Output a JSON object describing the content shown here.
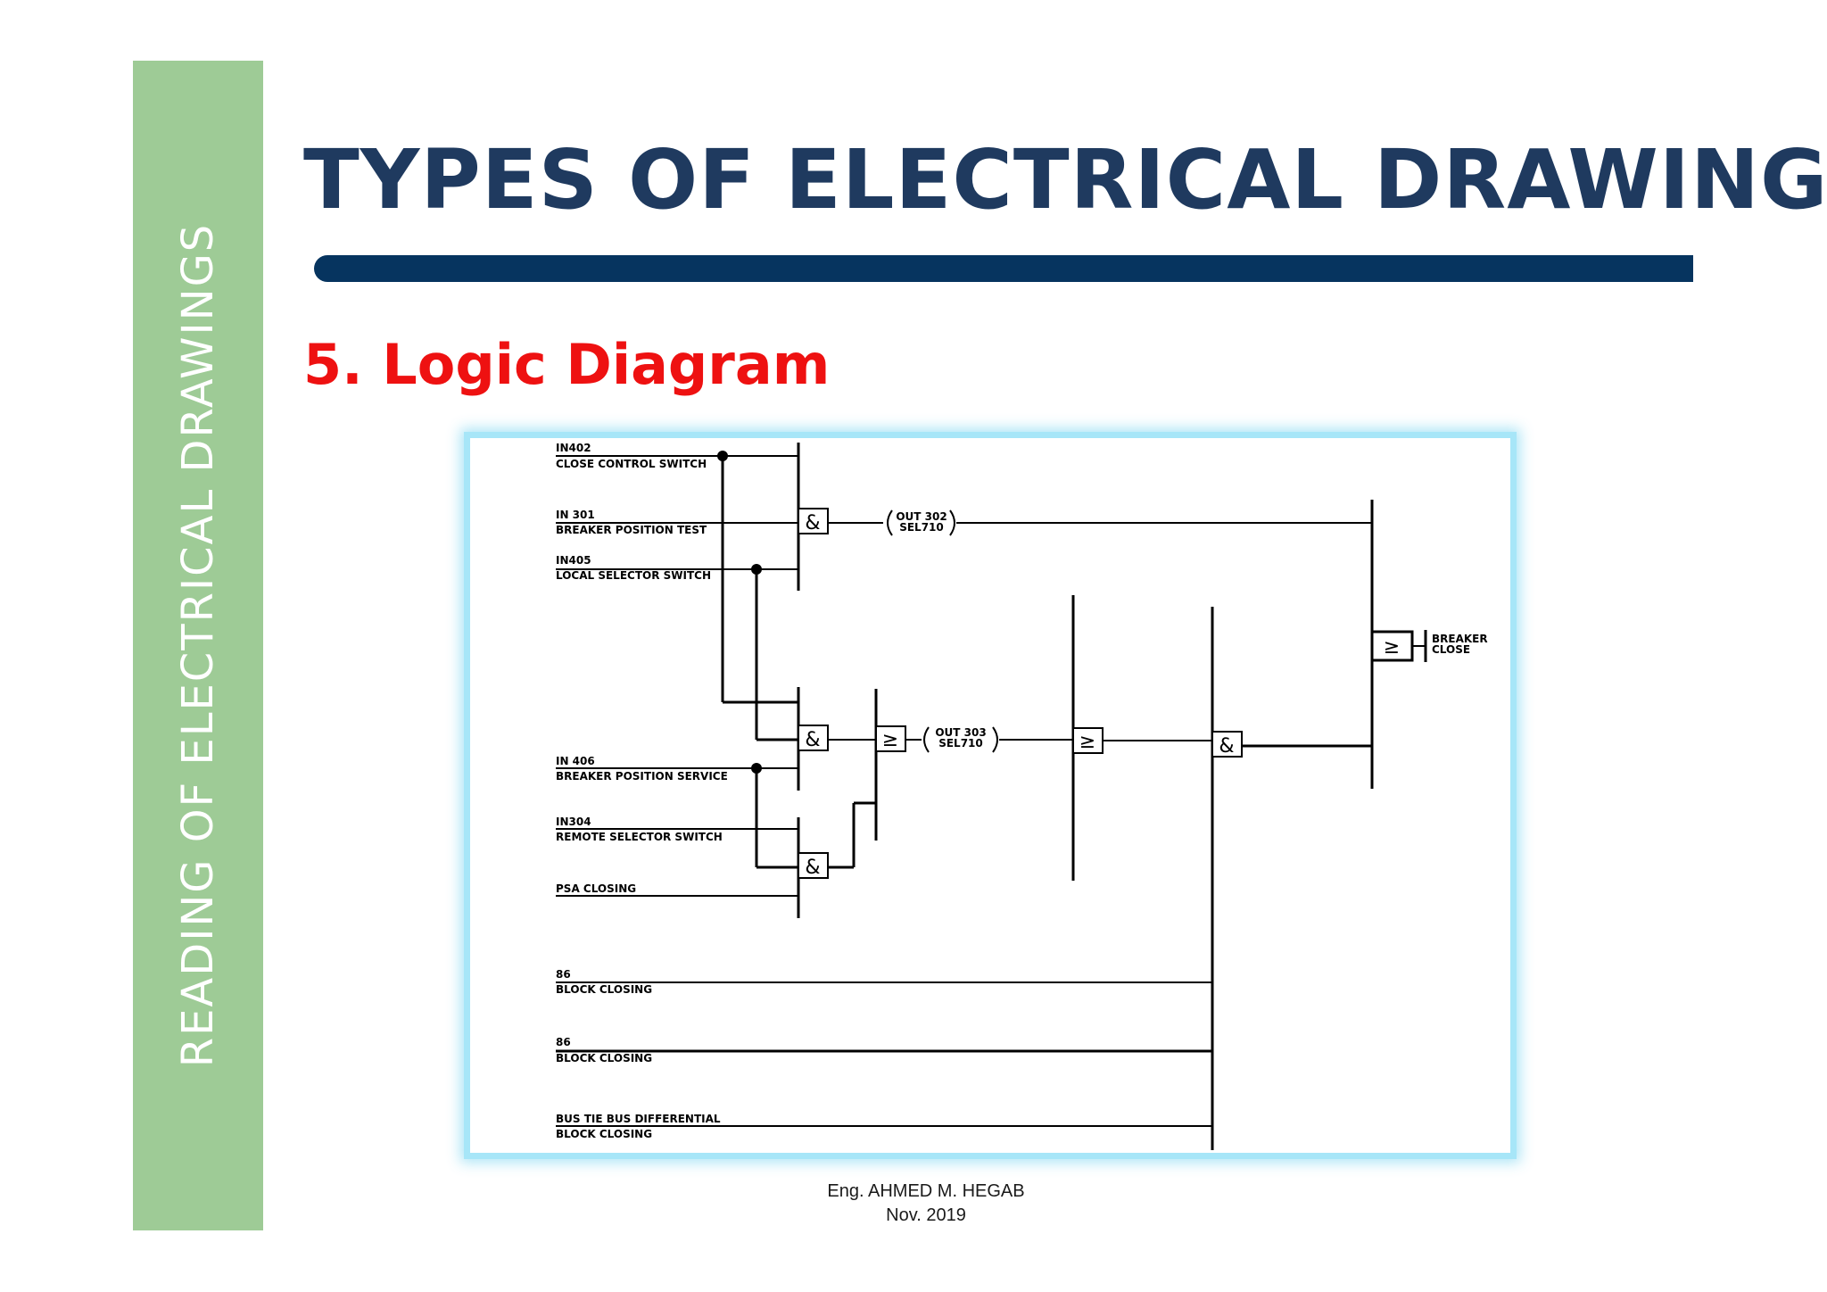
{
  "sidebar": {
    "label": "READING OF ELECTRICAL DRAWINGS"
  },
  "slide": {
    "title": "TYPES OF ELECTRICAL DRAWING",
    "subtitle": "5. Logic Diagram"
  },
  "diagram": {
    "inputs": [
      {
        "code": "IN402",
        "desc": "CLOSE CONTROL SWITCH"
      },
      {
        "code": "IN 301",
        "desc": "BREAKER POSITION TEST"
      },
      {
        "code": "IN405",
        "desc": "LOCAL SELECTOR SWITCH"
      },
      {
        "code": "IN 406",
        "desc": "BREAKER POSITION SERVICE"
      },
      {
        "code": "IN304",
        "desc": "REMOTE SELECTOR SWITCH"
      },
      {
        "code": "",
        "desc": "PSA CLOSING"
      },
      {
        "code": "86",
        "desc": "BLOCK CLOSING"
      },
      {
        "code": "86",
        "desc": "BLOCK CLOSING"
      },
      {
        "code": "BUS TIE BUS DIFFERENTIAL",
        "desc": "BLOCK CLOSING"
      }
    ],
    "gates": {
      "and_symbol": "&",
      "or_symbol": "≥"
    },
    "outputs": [
      {
        "line1": "OUT 302",
        "line2": "SEL710"
      },
      {
        "line1": "OUT 303",
        "line2": "SEL710"
      }
    ],
    "final_output": {
      "line1": "BREAKER",
      "line2": "CLOSE"
    }
  },
  "footer": {
    "author": "Eng. AHMED M. HEGAB",
    "date": "Nov. 2019"
  }
}
